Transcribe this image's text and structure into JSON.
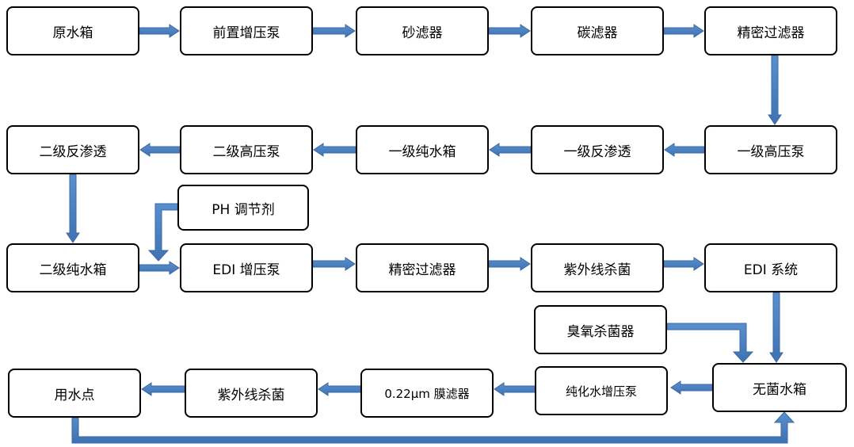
{
  "colors": {
    "arrow": "#4a7ebb",
    "arrow_edge": "#3a6aa5",
    "box_border": "#000000",
    "text": "#000000"
  },
  "row1": {
    "raw_tank": "原水箱",
    "pre_pump": "前置增压泵",
    "sand_filter": "砂滤器",
    "carbon_filter": "碳滤器",
    "precision_filter": "精密过滤器"
  },
  "row2": {
    "stage1_hp_pump": "一级高压泵",
    "stage1_ro": "一级反渗透",
    "stage1_tank": "一级纯水箱",
    "stage2_hp_pump": "二级高压泵",
    "stage2_ro": "二级反渗透"
  },
  "row3": {
    "ph_agent": "PH 调节剂",
    "stage2_tank": "二级纯水箱",
    "edi_pump": "EDI 增压泵",
    "precision_filter": "精密过滤器",
    "uv_sterilizer": "紫外线杀菌",
    "edi_system": "EDI 系统"
  },
  "row4": {
    "ozone_sterilizer": "臭氧杀菌器",
    "sterile_tank": "无菌水箱",
    "pure_pump": "纯化水增压泵",
    "membrane_filter": "0.22μm 膜滤器",
    "uv_sterilizer": "紫外线杀菌",
    "use_point": "用水点"
  }
}
